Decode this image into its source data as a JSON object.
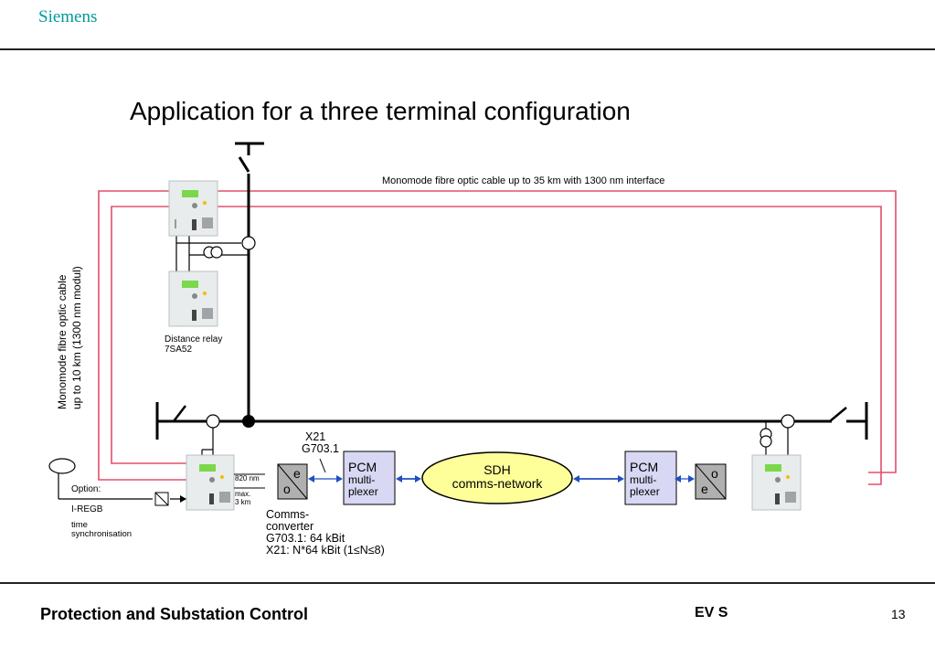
{
  "header": {
    "brand": "Siemens"
  },
  "slide": {
    "title": "Application for a three terminal configuration"
  },
  "diagram": {
    "top_cable_label": "Monomode fibre optic cable up to 35 km with 1300 nm interface",
    "side_cable_label_line1": "Monomode fibre optic cable",
    "side_cable_label_line2": "up to 10  km (1300 nm modul)",
    "relay_label_line1": "Distance relay",
    "relay_label_line2": "7SA52",
    "x21_label_line1": "X21",
    "x21_label_line2": "G703.1",
    "wavelength_label": "820 nm",
    "distance_label_line1": "max.",
    "distance_label_line2": "3 km",
    "option_label": "Option:",
    "iregb_label": "I-REGB",
    "time_sync_line1": "time",
    "time_sync_line2": "synchronisation",
    "converter_left": {
      "top": "e",
      "bottom": "o"
    },
    "converter_right": {
      "top": "o",
      "bottom": "e"
    },
    "pcm_left": {
      "line1": "PCM",
      "line2": "multi-",
      "line3": "plexer"
    },
    "pcm_right": {
      "line1": "PCM",
      "line2": "multi-",
      "line3": "plexer"
    },
    "sdh": {
      "line1": "SDH",
      "line2": "comms-network"
    },
    "comms_converter": {
      "line1": "Comms-",
      "line2": "converter",
      "line3": "G703.1: 64 kBit",
      "line4": "X21:    N*64 kBit (1≤N≤8)"
    },
    "colors": {
      "fibre": "#e0506a",
      "link_arrow": "#1f4fc0",
      "box_fill": "#d8d8f4",
      "sdh_fill": "#ffff99",
      "converter_fill": "#b0b0b0"
    }
  },
  "footer": {
    "left": "Protection and Substation Control",
    "middle": "EV S",
    "page": "13"
  }
}
